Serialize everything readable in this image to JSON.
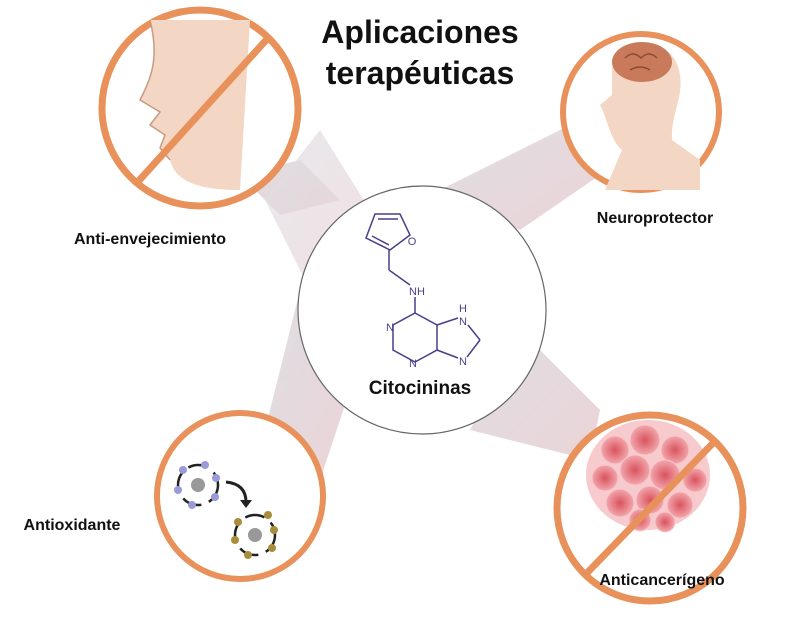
{
  "title": {
    "line1": "Aplicaciones",
    "line2": "terapéuticas"
  },
  "center": {
    "label": "Citocininas",
    "atoms": {
      "o": "O",
      "nh": "NH",
      "n1": "N",
      "n2": "N",
      "n3": "N",
      "n4": "N",
      "h": "H"
    }
  },
  "applications": [
    {
      "label": "Anti-envejecimiento",
      "icon": "aging-face-crossed-icon"
    },
    {
      "label": "Neuroprotector",
      "icon": "brain-head-icon"
    },
    {
      "label": "Antioxidante",
      "icon": "electron-transfer-icon"
    },
    {
      "label": "Anticancerígeno",
      "icon": "cancer-cells-crossed-icon"
    }
  ],
  "colors": {
    "ring": "#e8915a",
    "molecule": "#4a3f8a",
    "beam": "#d9c8cc"
  }
}
